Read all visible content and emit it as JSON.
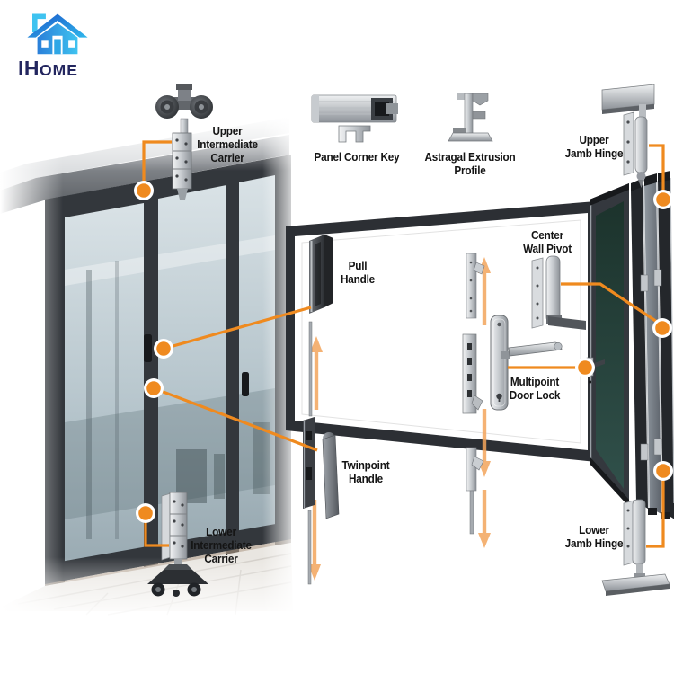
{
  "logo": {
    "brand": "IHome",
    "brand_prefix": "IH",
    "brand_suffix": "ome",
    "icon": "house-icon"
  },
  "colors": {
    "accent_orange": "#EF8A1F",
    "arrow_orange": "#F3A55C",
    "frame_dark": "#2C2F34",
    "logo_navy": "#23265F",
    "logo_blue_light": "#3FC3F0",
    "label_text": "#141414"
  },
  "callouts": [
    {
      "name": "upper-intermediate-carrier",
      "lines": [
        "Upper",
        "Intermediate",
        "Carrier"
      ]
    },
    {
      "name": "panel-corner-key",
      "lines": [
        "Panel Corner Key"
      ]
    },
    {
      "name": "astragal-extrusion-profile",
      "lines": [
        "Astragal Extrusion",
        "Profile"
      ]
    },
    {
      "name": "upper-jamb-hinge",
      "lines": [
        "Upper",
        "Jamb Hinge"
      ]
    },
    {
      "name": "pull-handle",
      "lines": [
        "Pull",
        "Handle"
      ]
    },
    {
      "name": "center-wall-pivot",
      "lines": [
        "Center",
        "Wall Pivot"
      ]
    },
    {
      "name": "multipoint-door-lock",
      "lines": [
        "Multipoint",
        "Door Lock"
      ]
    },
    {
      "name": "twinpoint-handle",
      "lines": [
        "Twinpoint",
        "Handle"
      ]
    },
    {
      "name": "lower-intermediate-carrier",
      "lines": [
        "Lower",
        "Intermediate",
        "Carrier"
      ]
    },
    {
      "name": "lower-jamb-hinge",
      "lines": [
        "Lower",
        "Jamb Hinge"
      ]
    }
  ]
}
